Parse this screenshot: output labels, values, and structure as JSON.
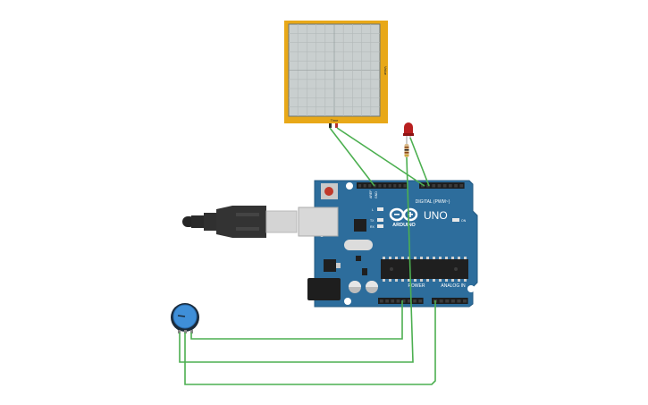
{
  "oscilloscope": {
    "time_label": "Time",
    "value_label": "Value",
    "frame_color": "#e8a818",
    "screen_color": "#c9cfcf"
  },
  "arduino": {
    "logo_text": "ARDUINO",
    "model": "UNO",
    "board_color": "#2d6d9c",
    "digital_header_label": "DIGITAL (PWM~)",
    "power_header_label": "POWER",
    "analog_header_label": "ANALOG IN",
    "aref_label": "AREF",
    "gnd_label": "GND",
    "tx_label": "TX",
    "rx_label": "RX",
    "l_label": "L",
    "on_label": "ON"
  },
  "components": {
    "led_color": "#b81f1f",
    "resistor_color": "#d8b98a",
    "potentiometer_color": "#3f8fd8",
    "wire_color": "#4caf50"
  }
}
